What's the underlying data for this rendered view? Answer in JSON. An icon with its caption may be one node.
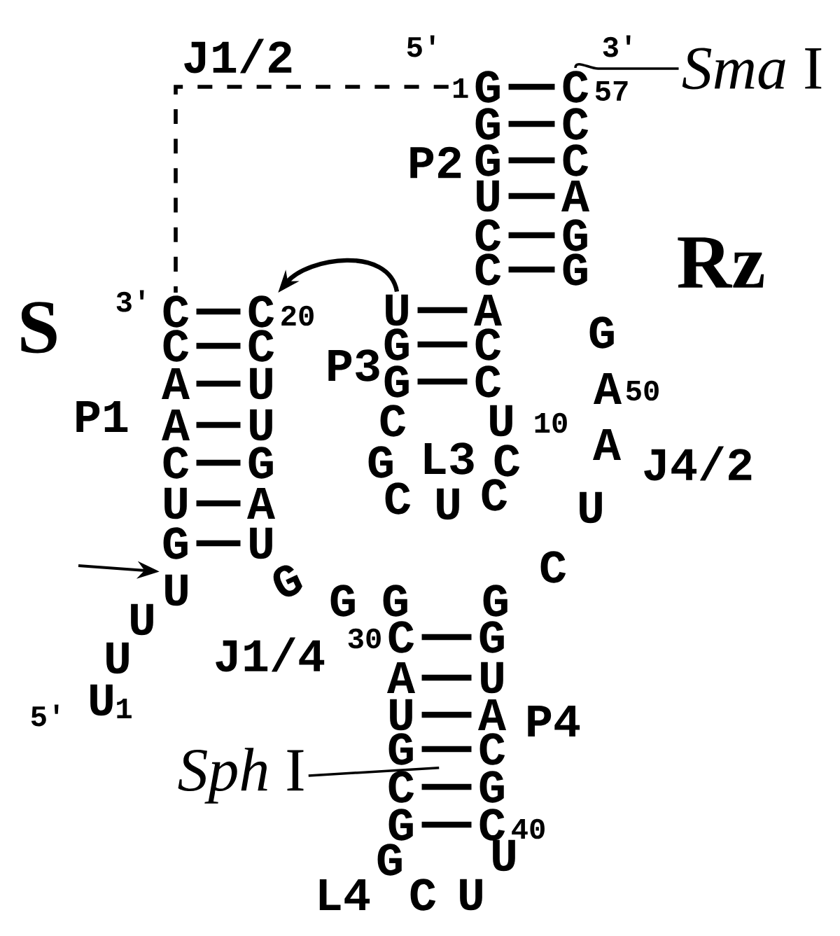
{
  "diagram": {
    "nodes": [
      {
        "text": [
          "*Sma* I"
        ]
      },
      {
        "text": [
          "G"
        ],
        "beside": [
          "1"
        ]
      },
      {
        "text": [
          "C"
        ],
        "beside": [
          "57"
        ]
      },
      {
        "text": [
          "G"
        ]
      },
      {
        "text": [
          "C"
        ]
      },
      {
        "text": [
          "G"
        ]
      },
      {
        "text": [
          "C"
        ]
      },
      {
        "text": [
          "U"
        ]
      },
      {
        "text": [
          "A"
        ]
      },
      {
        "text": [
          "C"
        ]
      },
      {
        "text": [
          "G"
        ]
      },
      {
        "text": [
          "C"
        ]
      },
      {
        "text": [
          "G"
        ]
      },
      {
        "text": [
          "U"
        ]
      },
      {
        "text": [
          "A"
        ]
      },
      {
        "text": [
          "G"
        ]
      },
      {
        "text": [
          "C"
        ]
      },
      {
        "text": [
          "G"
        ]
      },
      {
        "text": [
          "C"
        ]
      },
      {
        "text": [
          "C"
        ]
      },
      {
        "text": [
          "C"
        ],
        "beside": [
          "20"
        ]
      },
      {
        "text": [
          "C"
        ]
      },
      {
        "text": [
          "C"
        ]
      },
      {
        "text": [
          "A"
        ]
      },
      {
        "text": [
          "U"
        ]
      },
      {
        "text": [
          "A"
        ]
      },
      {
        "text": [
          "U"
        ]
      },
      {
        "text": [
          "C"
        ]
      },
      {
        "text": [
          "G"
        ]
      },
      {
        "text": [
          "U"
        ]
      },
      {
        "text": [
          "A"
        ]
      },
      {
        "text": [
          "G"
        ]
      },
      {
        "text": [
          "U"
        ]
      },
      {
        "text": [
          "U"
        ]
      },
      {
        "text": [
          "C"
        ],
        "beside": [
          "30"
        ]
      },
      {
        "text": [
          "G"
        ]
      },
      {
        "text": [
          "A"
        ]
      },
      {
        "text": [
          "U"
        ]
      },
      {
        "text": [
          "U"
        ]
      },
      {
        "text": [
          "A"
        ]
      },
      {
        "text": [
          "G"
        ]
      },
      {
        "text": [
          "C"
        ]
      },
      {
        "text": [
          "C"
        ]
      },
      {
        "text": [
          "G"
        ]
      },
      {
        "text": [
          "G"
        ]
      },
      {
        "text": [
          "C"
        ],
        "beside": [
          "40"
        ]
      },
      {
        "text": [
          "*Sph* I"
        ]
      }
    ],
    "edges": [
      {
        "from": 1,
        "to": 2,
        "arrow": "none"
      },
      {
        "from": 3,
        "to": 4,
        "arrow": "none"
      },
      {
        "from": 5,
        "to": 6,
        "arrow": "none"
      },
      {
        "from": 7,
        "to": 8,
        "arrow": "none"
      },
      {
        "from": 9,
        "to": 10,
        "arrow": "none"
      },
      {
        "from": 11,
        "to": 12,
        "arrow": "none"
      },
      {
        "from": 13,
        "to": 14,
        "arrow": "none"
      },
      {
        "from": 15,
        "to": 16,
        "arrow": "none"
      },
      {
        "from": 17,
        "to": 18,
        "arrow": "none"
      },
      {
        "from": 19,
        "to": 20,
        "arrow": "none"
      },
      {
        "from": 21,
        "to": 22,
        "arrow": "none"
      },
      {
        "from": 23,
        "to": 24,
        "arrow": "none"
      },
      {
        "from": 25,
        "to": 26,
        "arrow": "none"
      },
      {
        "from": 27,
        "to": 28,
        "arrow": "none"
      },
      {
        "from": 29,
        "to": 30,
        "arrow": "none"
      },
      {
        "from": 31,
        "to": 32,
        "arrow": "none"
      },
      {
        "from": 34,
        "to": 35,
        "arrow": "none"
      },
      {
        "from": 36,
        "to": 37,
        "arrow": "none"
      },
      {
        "from": 38,
        "to": 39,
        "arrow": "none"
      },
      {
        "from": 40,
        "to": 41,
        "arrow": "none"
      },
      {
        "from": 42,
        "to": 43,
        "arrow": "none"
      },
      {
        "from": 44,
        "to": 45,
        "arrow": "none"
      },
      {
        "from": 1,
        "to": 19,
        "arrow": "none",
        "style": "dashed"
      },
      {
        "from": 13,
        "to": 20,
        "arrow": "to"
      },
      {
        "from": null,
        "to": 33,
        "arrow": "to"
      },
      {
        "from": 0,
        "to": 2,
        "arrow": "none"
      },
      {
        "from": 46,
        "to": 40,
        "arrow": "none"
      }
    ],
    "labels": [
      "J1/2",
      "5'",
      "3'",
      "P2",
      "Rz",
      "3'",
      "S",
      "G",
      "P3",
      "A",
      "50",
      "P1",
      "C",
      "U",
      "10",
      "A",
      "G",
      "L3",
      "C",
      "J4/2",
      "C",
      "U",
      "C",
      "U",
      "C",
      "G",
      "G",
      "G",
      "G",
      "U",
      "U",
      "J1/4",
      "5'",
      "U",
      "1",
      "P4",
      "G",
      "U",
      "L4",
      "C",
      "U"
    ]
  }
}
